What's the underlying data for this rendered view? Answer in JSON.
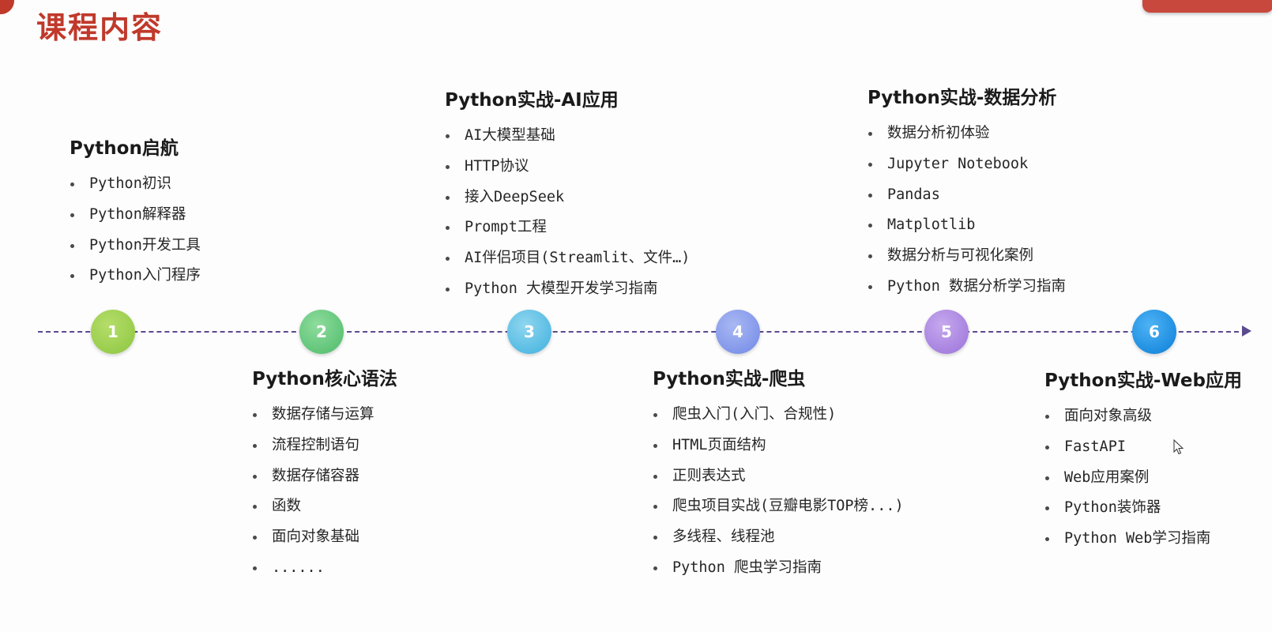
{
  "slide": {
    "title": "课程内容"
  },
  "colors": {
    "title": "#c0392b",
    "timeline": "#5a4a8e",
    "node_1": "#8cc63f",
    "node_2": "#4cbb6a",
    "node_3": "#3fb0de",
    "node_4": "#7088e6",
    "node_5": "#9a72d9",
    "node_6": "#0a7ed8"
  },
  "timeline": {
    "nodes": [
      "1",
      "2",
      "3",
      "4",
      "5",
      "6"
    ]
  },
  "modules": [
    {
      "title": "Python启航",
      "items": [
        "Python初识",
        "Python解释器",
        "Python开发工具",
        "Python入门程序"
      ]
    },
    {
      "title": "Python核心语法",
      "items": [
        "数据存储与运算",
        "流程控制语句",
        "数据存储容器",
        "函数",
        "面向对象基础",
        "......"
      ]
    },
    {
      "title": "Python实战-AI应用",
      "items": [
        "AI大模型基础",
        "HTTP协议",
        "接入DeepSeek",
        "Prompt工程",
        "AI伴侣项目(Streamlit、文件…)",
        "Python 大模型开发学习指南"
      ]
    },
    {
      "title": "Python实战-爬虫",
      "items": [
        "爬虫入门(入门、合规性)",
        "HTML页面结构",
        "正则表达式",
        "爬虫项目实战(豆瓣电影TOP榜...)",
        "多线程、线程池",
        "Python 爬虫学习指南"
      ]
    },
    {
      "title": "Python实战-数据分析",
      "items": [
        "数据分析初体验",
        "Jupyter Notebook",
        "Pandas",
        "Matplotlib",
        "数据分析与可视化案例",
        "Python 数据分析学习指南"
      ]
    },
    {
      "title": "Python实战-Web应用",
      "items": [
        "面向对象高级",
        "FastAPI",
        "Web应用案例",
        "Python装饰器",
        "Python Web学习指南"
      ]
    }
  ]
}
